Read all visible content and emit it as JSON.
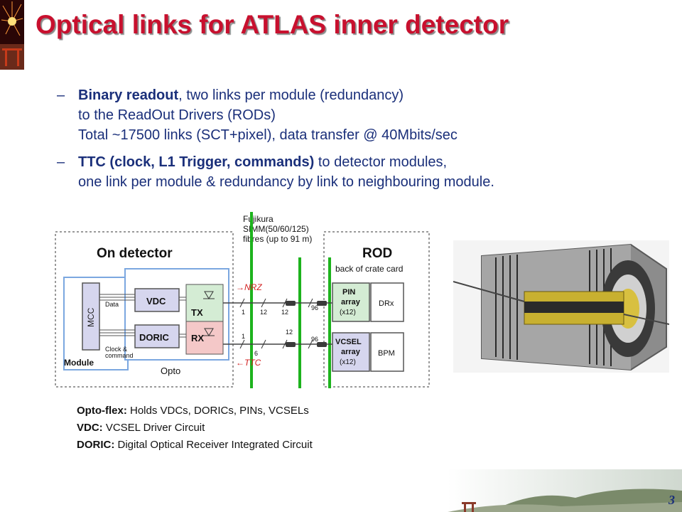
{
  "title": "Optical links for ATLAS inner detector",
  "bullets": [
    {
      "dash": "–",
      "bold": "Binary readout",
      "rest": ", two links per module (redundancy)",
      "line2": "to the ReadOut Drivers (RODs)",
      "line3": "Total ~17500 links (SCT+pixel), data transfer @ 40Mbits/sec"
    },
    {
      "dash": "–",
      "bold": "TTC (clock, L1 Trigger, commands)",
      "rest": " to detector modules,",
      "line2": "one link per module & redundancy by link to neighbouring module."
    }
  ],
  "diagram": {
    "fibre_label": [
      "Fujikura",
      "SIMM(50/60/125)",
      "fibres (up to 91 m)"
    ],
    "on_detector": "On detector",
    "rod": "ROD",
    "rod_sub": "back of crate card",
    "mcc": "MCC",
    "module": "Module",
    "opto": "Opto",
    "vdc": "VDC",
    "doric": "DORIC",
    "tx": "TX",
    "rx": "RX",
    "data": "Data",
    "clock_line1": "Clock &",
    "clock_line2": "command",
    "nrz": "→NRZ",
    "ttc": "←TTC",
    "pin": [
      "PIN",
      "array",
      "(x12)"
    ],
    "vcsel": [
      "VCSEL",
      "array",
      "(x12)"
    ],
    "drx": "DRx",
    "bpm": "BPM",
    "counts": {
      "c1": "1",
      "c12a": "12",
      "c12b": "12",
      "c96a": "96",
      "c1b": "1",
      "c6": "6",
      "c12c": "12",
      "c96b": "96"
    }
  },
  "definitions": [
    {
      "term": "Opto-flex:",
      "text": " Holds VDCs, DORICs, PINs, VCSELs"
    },
    {
      "term": "VDC:",
      "text": " VCSEL Driver Circuit"
    },
    {
      "term": "DORIC:",
      "text": " Digital Optical Receiver Integrated Circuit"
    }
  ],
  "page_number": "3",
  "colors": {
    "title": "#c8102e",
    "body_text": "#1a2f7a",
    "fibre_green": "#1db31d",
    "nrz_red": "#d22222"
  }
}
